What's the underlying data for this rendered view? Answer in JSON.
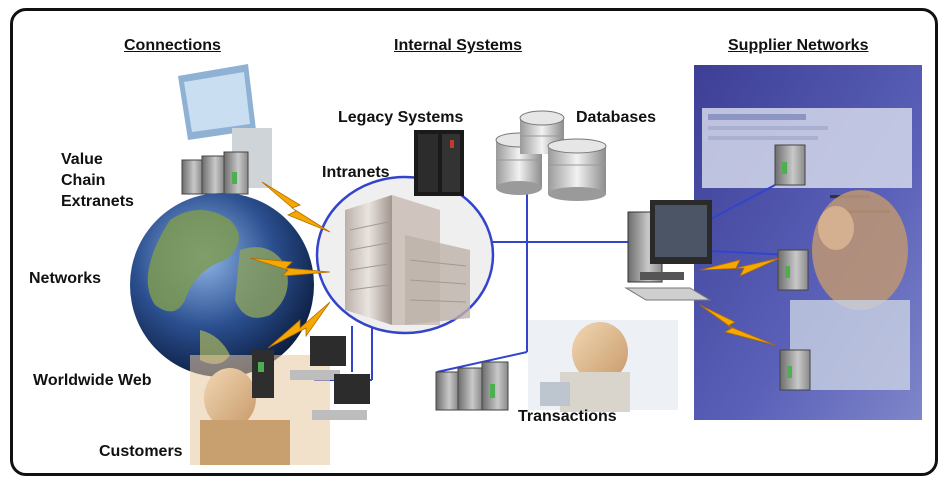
{
  "headings": {
    "connections": "Connections",
    "internal_systems": "Internal Systems",
    "supplier_networks": "Supplier Networks"
  },
  "labels": {
    "legacy_systems": "Legacy Systems",
    "databases": "Databases",
    "value_chain_extranets": [
      "Value",
      "Chain",
      "Extranets"
    ],
    "intranets": "Intranets",
    "networks": "Networks",
    "worldwide_web": "Worldwide Web",
    "customers": "Customers",
    "transactions": "Transactions"
  },
  "colors": {
    "link_line": "#3344cc",
    "lightning": "#f5a800",
    "supplier_panel": "#4a4fa8",
    "frame": "#111111"
  }
}
